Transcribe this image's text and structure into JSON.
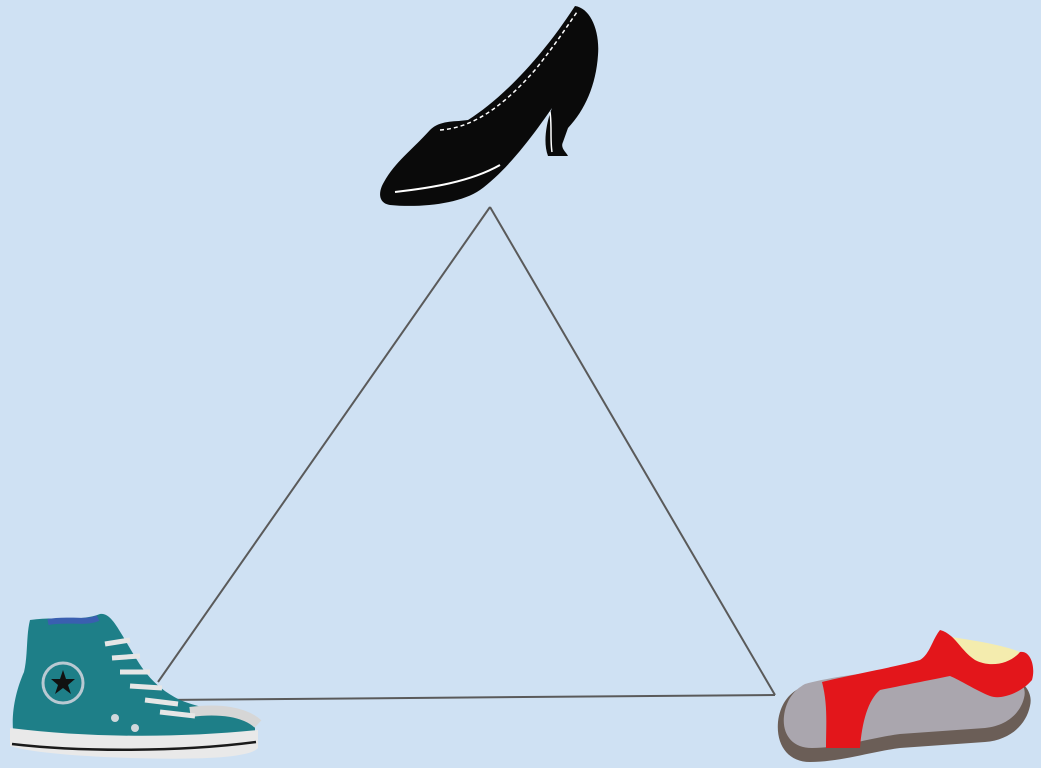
{
  "colors": {
    "background": "#cfe1f3",
    "triangle_line": "#5a5a5a",
    "pump": "#0a0a0a",
    "sneaker_canvas": "#1e7f88",
    "sneaker_sole": "#e9e9e9",
    "sandal_strap": "#e3161b",
    "sandal_footbed": "#aaa6ae",
    "sandal_sole": "#6b5e57",
    "sandal_liner": "#f4ecae"
  },
  "diagram": {
    "type": "triangle",
    "vertices": [
      {
        "id": "top",
        "icon": "high-heel-pump-icon"
      },
      {
        "id": "bottom-left",
        "icon": "high-top-sneaker-icon"
      },
      {
        "id": "bottom-right",
        "icon": "sandal-icon"
      }
    ]
  }
}
